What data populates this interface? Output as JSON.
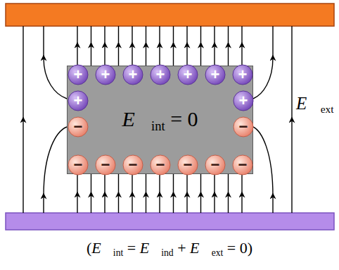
{
  "diagram": {
    "caption": "(E⃗int = E⃗ind + E⃗ext = 0)",
    "nodes": [
      {
        "text": [
          "E⃗int = 0"
        ]
      },
      {
        "text": [
          "+"
        ],
        "in": 0
      },
      {
        "text": [
          "+"
        ],
        "in": 0
      },
      {
        "text": [
          "+"
        ],
        "in": 0
      },
      {
        "text": [
          "+"
        ],
        "in": 0
      },
      {
        "text": [
          "+"
        ],
        "in": 0
      },
      {
        "text": [
          "+"
        ],
        "in": 0
      },
      {
        "text": [
          "+"
        ],
        "in": 0
      },
      {
        "text": [
          "+"
        ],
        "in": 0
      },
      {
        "text": [
          "+"
        ],
        "in": 0
      },
      {
        "text": [
          "−"
        ],
        "in": 0
      },
      {
        "text": [
          "−"
        ],
        "in": 0
      },
      {
        "text": [
          "−"
        ],
        "in": 0
      },
      {
        "text": [
          "−"
        ],
        "in": 0
      },
      {
        "text": [
          "−"
        ],
        "in": 0
      },
      {
        "text": [
          "−"
        ],
        "in": 0
      },
      {
        "text": [
          "−"
        ],
        "in": 0
      },
      {
        "text": [
          "−"
        ],
        "in": 0
      },
      {
        "text": [
          "−"
        ],
        "in": 0
      }
    ],
    "labels": [
      "E⃗ext"
    ]
  }
}
